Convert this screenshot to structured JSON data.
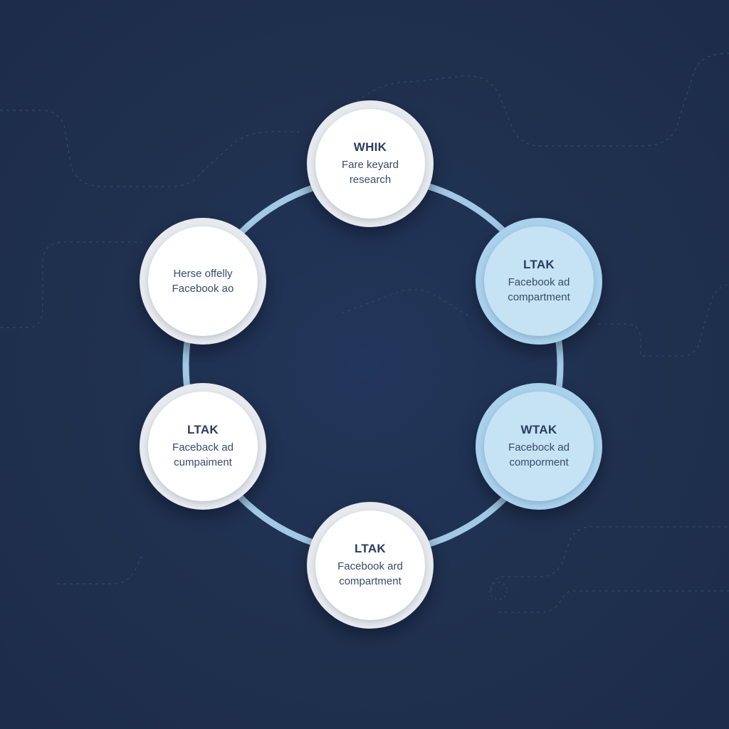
{
  "colors": {
    "background": "#1f304d",
    "ring": "#a9d1ec",
    "node_white": "#ffffff",
    "node_blue": "#c6e2f5",
    "text_dark": "#2a3d5e"
  },
  "nodes": [
    {
      "style": "white",
      "title": "WHIK",
      "line1": "Fare keyard",
      "line2": "research"
    },
    {
      "style": "blue",
      "title": "LTAK",
      "line1": "Facebook ad",
      "line2": "compartment"
    },
    {
      "style": "blue",
      "title": "WTAK",
      "line1": "Facebock ad",
      "line2": "comporment"
    },
    {
      "style": "white",
      "title": "LTAK",
      "line1": "Facebook ard",
      "line2": "compartment"
    },
    {
      "style": "white",
      "title": "LTAK",
      "line1": "Faceback ad",
      "line2": "cumpaiment"
    },
    {
      "style": "white",
      "title": "",
      "line1": "Herse offelly",
      "line2": "Facebook ao"
    }
  ]
}
